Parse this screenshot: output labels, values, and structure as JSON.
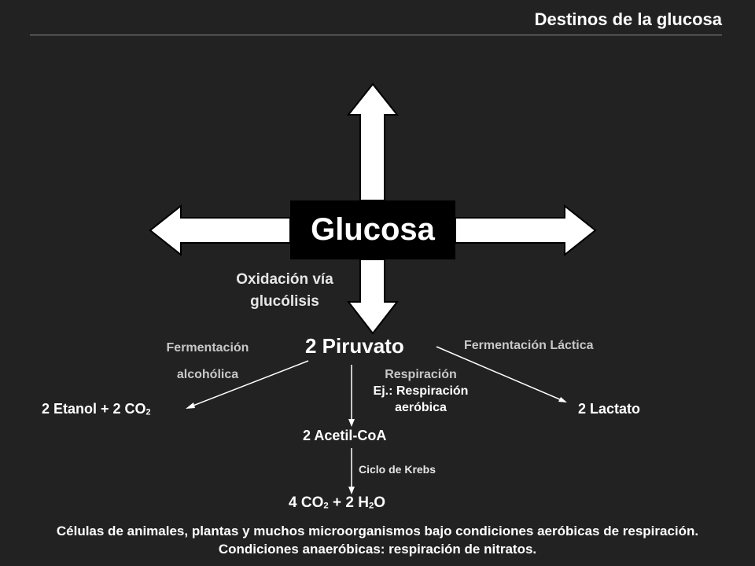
{
  "header": {
    "title": "Destinos de la glucosa"
  },
  "center": {
    "label": "Glucosa"
  },
  "labels": {
    "oxidacion": "Oxidación vía glucólisis",
    "piruvato": "2 Piruvato",
    "fermentacion_alcoholica": "Fermentación alcohólica",
    "fermentacion_lactica": "Fermentación Láctica",
    "respiracion_line1": "Respiración",
    "respiracion_line2": "Ej.: Respiración aeróbica",
    "ciclo_krebs": "Ciclo de Krebs"
  },
  "products": {
    "etanol_text": "2 Etanol + 2 CO",
    "etanol_sub": "2",
    "lactato": "2 Lactato",
    "acetil": "2 Acetil-CoA",
    "final_a": "4 CO",
    "final_sub1": "2",
    "final_b": " + 2 H",
    "final_sub2": "2",
    "final_c": "O"
  },
  "footer": {
    "text": "Células de animales, plantas y muchos microorganismos bajo condiciones aeróbicas de respiración. Condiciones anaeróbicas: respiración de nitratos."
  },
  "colors": {
    "background": "#222222",
    "box": "#000000",
    "text": "#ffffff",
    "secondary_text": "#c8c8c8"
  }
}
